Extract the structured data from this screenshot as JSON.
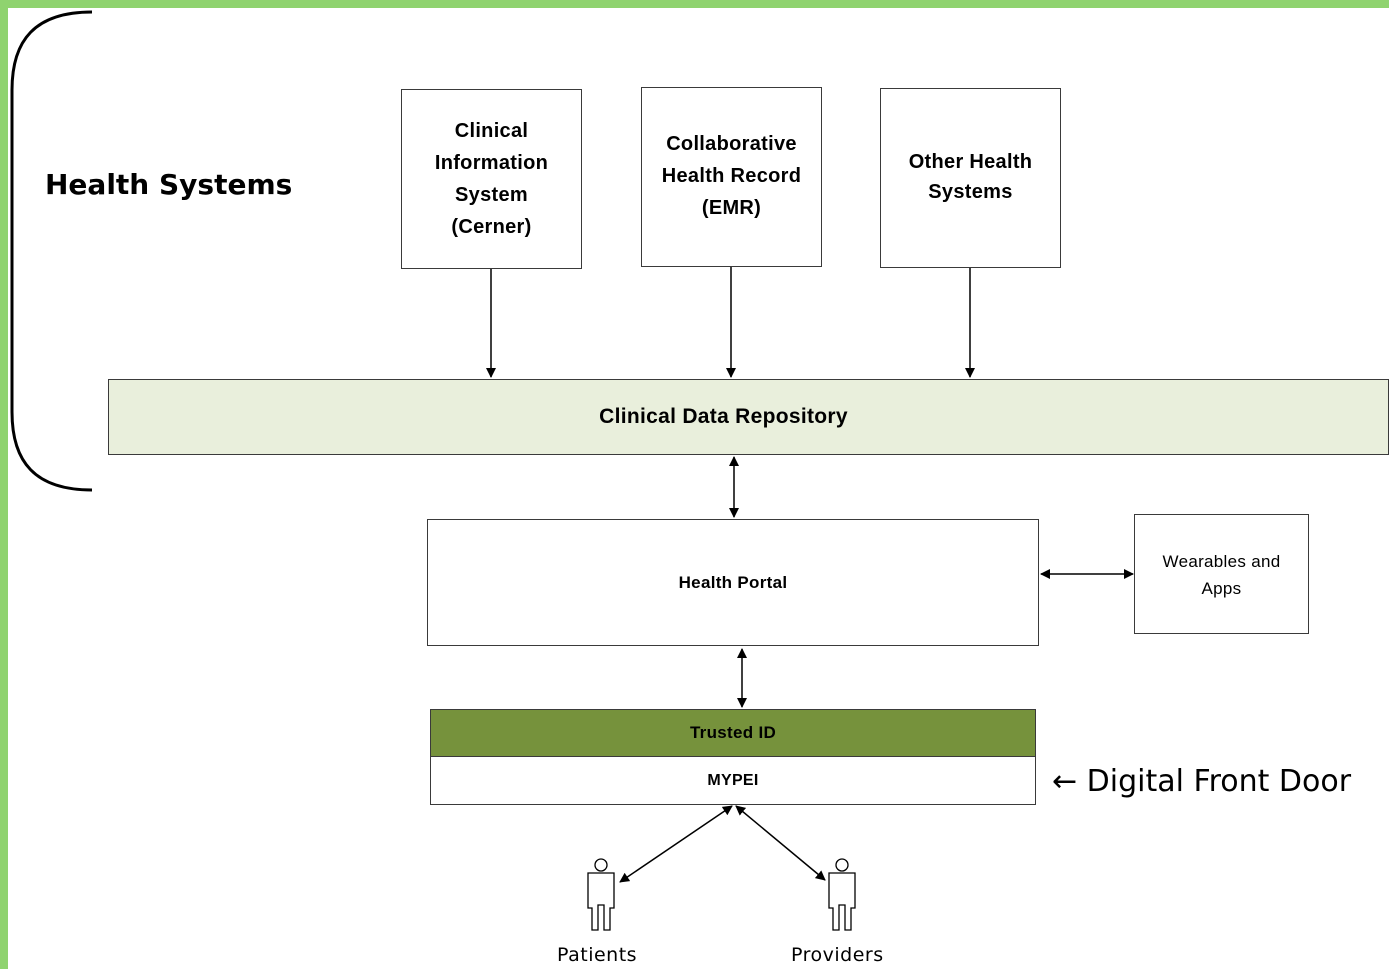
{
  "section_title": "Health Systems",
  "sources": [
    {
      "lines": [
        "Clinical",
        "Information",
        "System",
        "(Cerner)"
      ]
    },
    {
      "lines": [
        "Collaborative",
        "Health Record",
        "(EMR)"
      ]
    },
    {
      "lines": [
        "Other Health",
        "Systems"
      ]
    }
  ],
  "repository": "Clinical Data Repository",
  "portal": "Health Portal",
  "wearables": {
    "lines": [
      "Wearables and",
      "Apps"
    ]
  },
  "trusted_id": "Trusted ID",
  "mypei": "MYPEI",
  "digital_front_door": "← Digital Front Door",
  "actors": {
    "patients": "Patients",
    "providers": "Providers"
  },
  "colors": {
    "frame": "#8fd36f",
    "repository_fill": "#e9efdc",
    "trusted_id_fill": "#76923c"
  }
}
